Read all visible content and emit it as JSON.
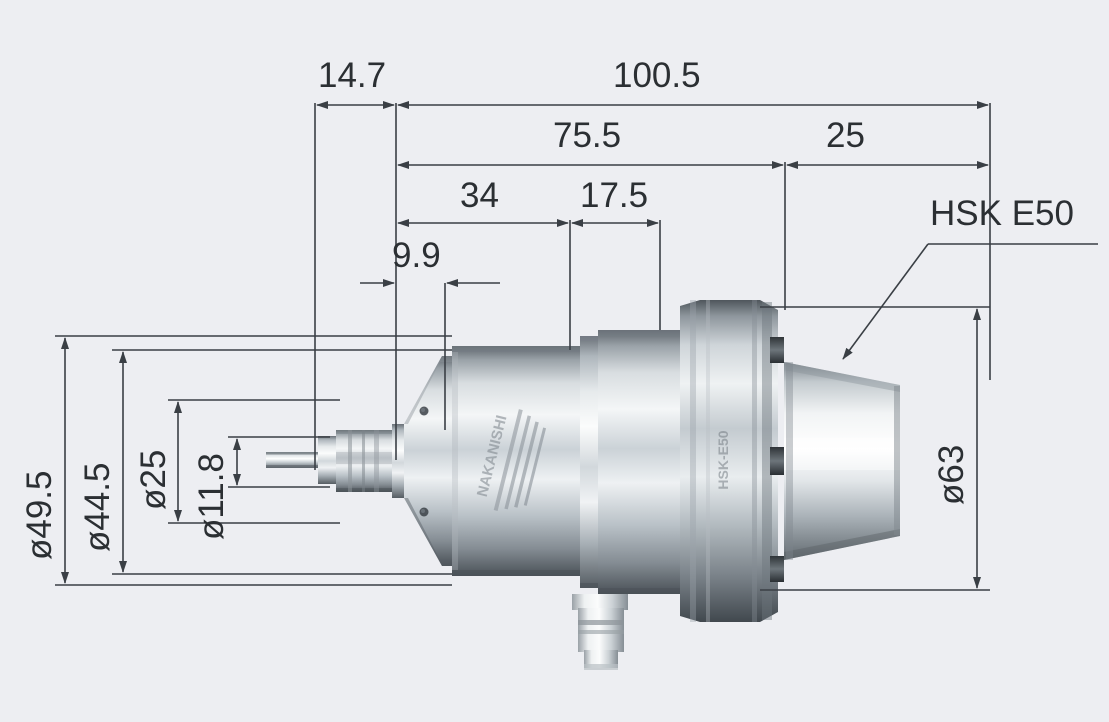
{
  "drawing": {
    "title": "Spindle dimensional drawing",
    "background_color": "#edeef2",
    "line_color": "#3a3f45",
    "text_color": "#2b2f33",
    "units": "mm"
  },
  "horizontal_dimensions": [
    {
      "name": "dim-14-7",
      "label": "14.7",
      "value": 14.7
    },
    {
      "name": "dim-100-5",
      "label": "100.5",
      "value": 100.5
    },
    {
      "name": "dim-75-5",
      "label": "75.5",
      "value": 75.5
    },
    {
      "name": "dim-25",
      "label": "25",
      "value": 25
    },
    {
      "name": "dim-34",
      "label": "34",
      "value": 34
    },
    {
      "name": "dim-17-5",
      "label": "17.5",
      "value": 17.5
    },
    {
      "name": "dim-9-9",
      "label": "9.9",
      "value": 9.9
    }
  ],
  "vertical_dimensions": [
    {
      "name": "dim-dia-49-5",
      "label": "ø49.5",
      "value": 49.5
    },
    {
      "name": "dim-dia-44-5",
      "label": "ø44.5",
      "value": 44.5
    },
    {
      "name": "dim-dia-25",
      "label": "ø25",
      "value": 25
    },
    {
      "name": "dim-dia-11-8",
      "label": "ø11.8",
      "value": 11.8
    },
    {
      "name": "dim-dia-63",
      "label": "ø63",
      "value": 63
    }
  ],
  "annotations": [
    {
      "name": "note-hsk-e50",
      "label": "HSK E50"
    }
  ],
  "product": {
    "body_engraving": "NAKANISHI",
    "flange_engraving": "HSK-E50"
  }
}
